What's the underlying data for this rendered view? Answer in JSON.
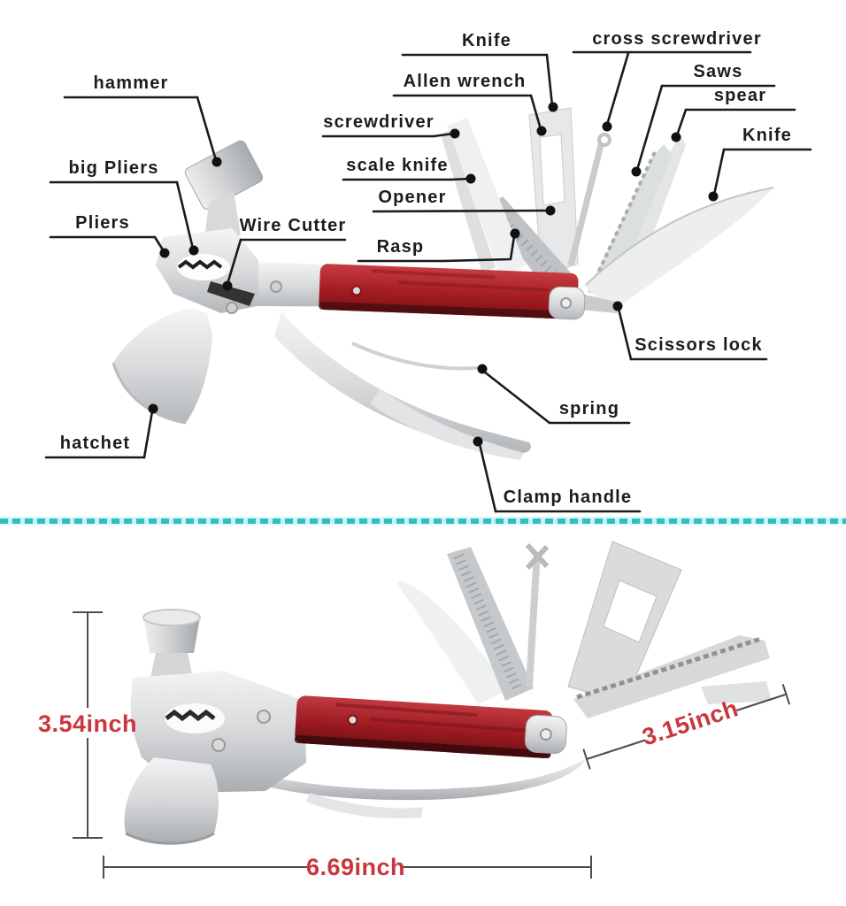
{
  "top_diagram": {
    "labels": [
      {
        "id": "hammer",
        "text": "hammer"
      },
      {
        "id": "big-pliers",
        "text": "big Pliers"
      },
      {
        "id": "pliers",
        "text": "Pliers"
      },
      {
        "id": "wire-cutter",
        "text": "Wire Cutter"
      },
      {
        "id": "screwdriver",
        "text": "screwdriver"
      },
      {
        "id": "scale-knife",
        "text": "scale knife"
      },
      {
        "id": "opener",
        "text": "Opener"
      },
      {
        "id": "rasp",
        "text": "Rasp"
      },
      {
        "id": "allen-wrench",
        "text": "Allen wrench"
      },
      {
        "id": "knife-top",
        "text": "Knife"
      },
      {
        "id": "cross-screwdriver",
        "text": "cross screwdriver"
      },
      {
        "id": "saws",
        "text": "Saws"
      },
      {
        "id": "spear",
        "text": "spear"
      },
      {
        "id": "knife-right",
        "text": "Knife"
      },
      {
        "id": "scissors-lock",
        "text": "Scissors lock"
      },
      {
        "id": "spring",
        "text": "spring"
      },
      {
        "id": "clamp-handle",
        "text": "Clamp handle"
      },
      {
        "id": "hatchet",
        "text": "hatchet"
      }
    ]
  },
  "bottom_diagram": {
    "dimensions": {
      "height_label": "3.54inch",
      "fold_label": "3.15inch",
      "length_label": "6.69inch"
    }
  },
  "colors": {
    "label_text": "#1c1c1c",
    "leader_line": "#1a1a1a",
    "dimension_text": "#c9363d",
    "dimension_line": "#4d4d4d",
    "divider_teal": "#2fbfc1",
    "divider_halo": "#c6f2f2",
    "handle_red": "#a51d23"
  }
}
